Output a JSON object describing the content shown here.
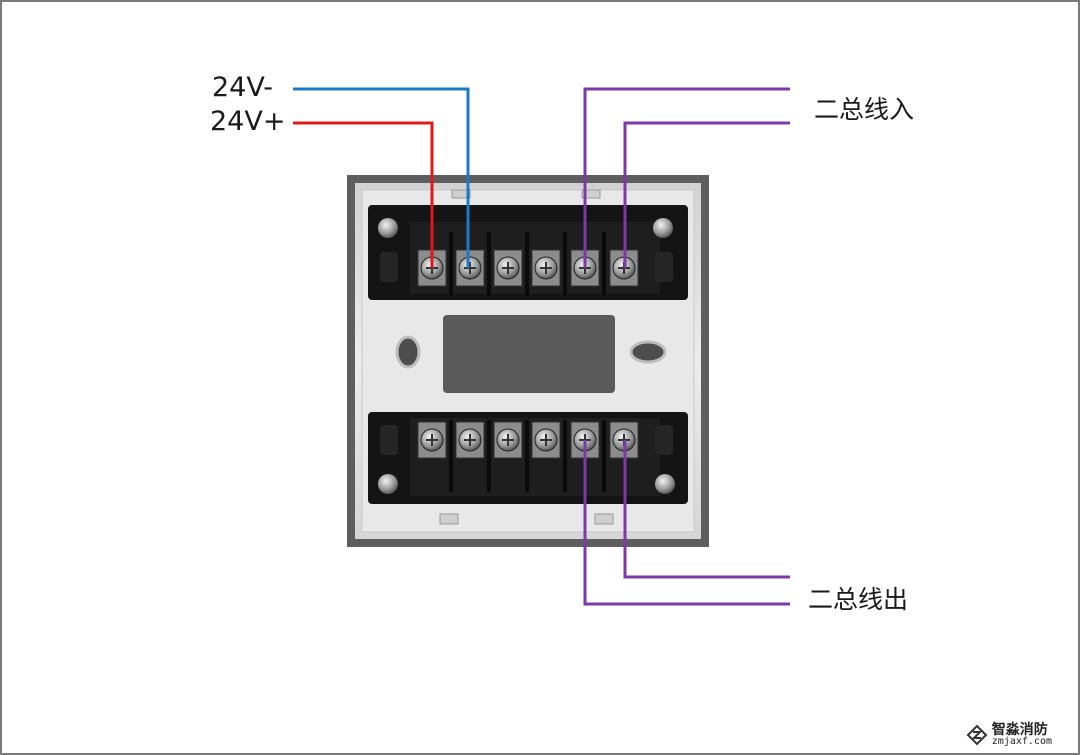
{
  "labels": {
    "v_minus": "24V-",
    "v_plus": "24V+",
    "bus_in": "二总线入",
    "bus_out": "二总线出"
  },
  "watermark": {
    "name": "智淼消防",
    "url": "zmjaxf.com"
  },
  "colors": {
    "wire_negative": "#1e78c8",
    "wire_positive": "#e01818",
    "wire_bus": "#7a3aa8",
    "terminal_block": "#141414",
    "module_body": "#e4e4e4",
    "module_frame": "#606060"
  }
}
